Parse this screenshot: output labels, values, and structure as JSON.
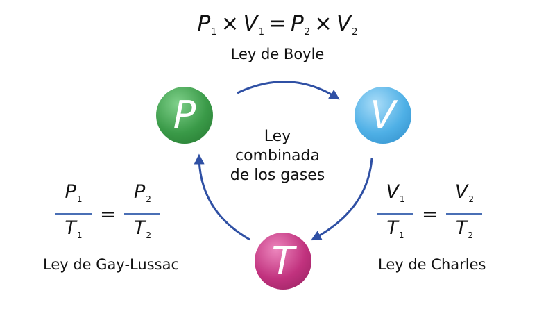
{
  "boyle": {
    "formula": {
      "p1": "P",
      "s1": "1",
      "op1": "×",
      "v1": "V",
      "s2": "1",
      "eq": "=",
      "p2": "P",
      "s3": "2",
      "op2": "×",
      "v2": "V",
      "s4": "2"
    },
    "label": "Ley de Boyle"
  },
  "center": {
    "line1": "Ley",
    "line2": "combinada",
    "line3": "de los gases"
  },
  "nodes": {
    "p": {
      "letter": "P",
      "color": "#3a9a48"
    },
    "v": {
      "letter": "V",
      "color": "#4fb0e6"
    },
    "t": {
      "letter": "T",
      "color": "#c1327e"
    }
  },
  "gay_lussac": {
    "left": {
      "num": "P",
      "num_sub": "1",
      "den": "T",
      "den_sub": "1"
    },
    "eq": "=",
    "right": {
      "num": "P",
      "num_sub": "2",
      "den": "T",
      "den_sub": "2"
    },
    "label": "Ley de Gay-Lussac"
  },
  "charles": {
    "left": {
      "num": "V",
      "num_sub": "1",
      "den": "T",
      "den_sub": "1"
    },
    "eq": "=",
    "right": {
      "num": "V",
      "num_sub": "2",
      "den": "T",
      "den_sub": "2"
    },
    "label": "Ley de Charles"
  },
  "colors": {
    "arrow": "#2f50a4",
    "fraction_bar": "#4a6fb5"
  }
}
